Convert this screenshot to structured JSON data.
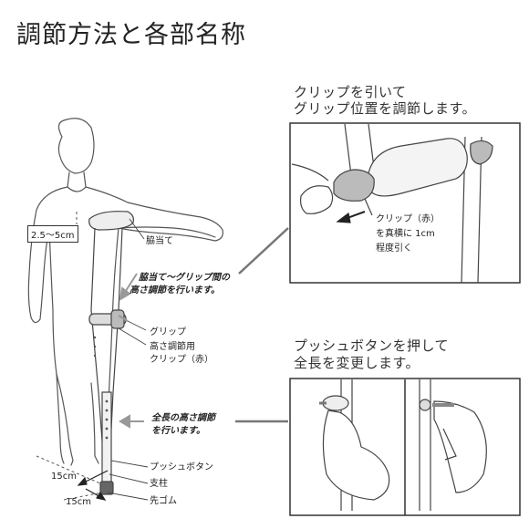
{
  "title": "調節方法と各部名称",
  "labels": {
    "armpit_gap": "2.5～5cm",
    "waki_ate": "脇当て",
    "grip_height_note_1": "脇当て～グリップ間の",
    "grip_height_note_2": "高さ調節を行います。",
    "grip": "グリップ",
    "clip_1": "高さ調節用",
    "clip_2": "クリップ（赤）",
    "length_note_1": "全長の高さ調節",
    "length_note_2": "を行います。",
    "push_button": "プッシュボタン",
    "shichuu": "支柱",
    "sakigomu": "先ゴム",
    "dist_1": "15cm",
    "dist_2": "15cm"
  },
  "panel_top": {
    "caption_1": "クリップを引いて",
    "caption_2": "グリップ位置を調節します。",
    "note_1": "クリップ（赤）",
    "note_2": "を真横に 1cm",
    "note_3": "程度引く"
  },
  "panel_bottom": {
    "caption_1": "プッシュボタンを押して",
    "caption_2": "全長を変更します。"
  }
}
